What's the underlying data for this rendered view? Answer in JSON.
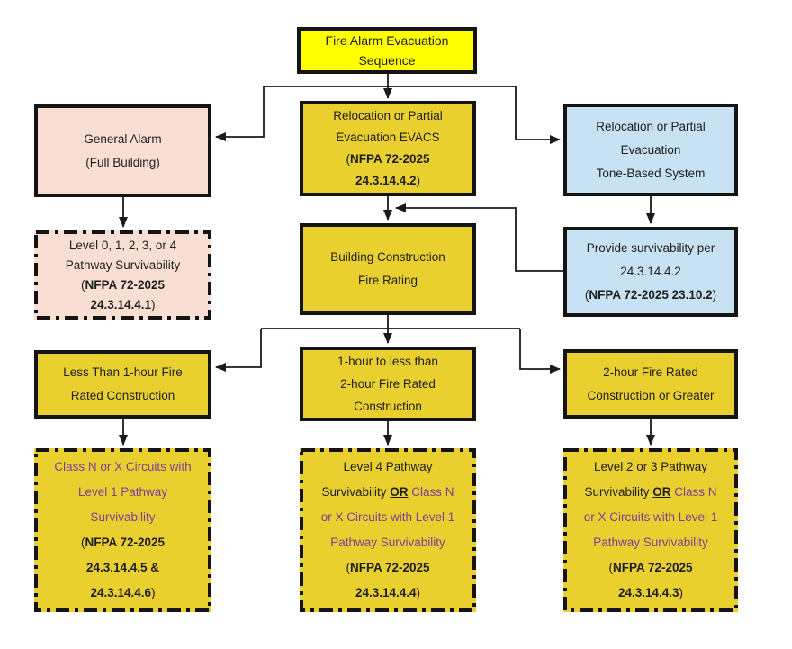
{
  "diagram_title": "Fire Alarm Evacuation Sequence",
  "colors": {
    "yellow": "#FFFF00",
    "gold": "#EAD02F",
    "pink": "#F9DFD3",
    "blue": "#C7E2F2",
    "purple": "#7D3E98",
    "line": "#1A1A1A"
  },
  "nodes": {
    "title": {
      "lines": [
        [
          {
            "t": "Fire Alarm Evacuation"
          }
        ],
        [
          {
            "t": "Sequence"
          }
        ]
      ]
    },
    "general_alarm": {
      "lines": [
        [
          {
            "t": "General Alarm"
          }
        ],
        [
          {
            "t": "(Full Building)"
          }
        ]
      ]
    },
    "evacs": {
      "lines": [
        [
          {
            "t": "Relocation or Partial"
          }
        ],
        [
          {
            "t": "Evacuation EVACS"
          }
        ],
        [
          {
            "t": "("
          },
          {
            "t": "NFPA 72-2025",
            "b": 1
          }
        ],
        [
          {
            "t": "24.3.14.4.2",
            "b": 1
          },
          {
            "t": ")"
          }
        ]
      ]
    },
    "tone_based": {
      "lines": [
        [
          {
            "t": "Relocation or Partial"
          }
        ],
        [
          {
            "t": "Evacuation"
          }
        ],
        [
          {
            "t": "Tone-Based System"
          }
        ]
      ]
    },
    "pathway_survivability": {
      "lines": [
        [
          {
            "t": "Level 0, 1, 2, 3, or 4"
          }
        ],
        [
          {
            "t": "Pathway Survivability"
          }
        ],
        [
          {
            "t": "("
          },
          {
            "t": "NFPA 72-2025",
            "b": 1
          }
        ],
        [
          {
            "t": "24.3.14.4.1",
            "b": 1
          },
          {
            "t": ")"
          }
        ]
      ]
    },
    "building_construction": {
      "lines": [
        [
          {
            "t": "Building Construction"
          }
        ],
        [
          {
            "t": "Fire Rating"
          }
        ]
      ]
    },
    "provide_survivability": {
      "lines": [
        [
          {
            "t": "Provide survivability per"
          }
        ],
        [
          {
            "t": "24.3.14.4.2"
          }
        ],
        [
          {
            "t": "("
          },
          {
            "t": "NFPA 72-2025 23.10.2",
            "b": 1
          },
          {
            "t": ")"
          }
        ]
      ]
    },
    "less_than_1hr": {
      "lines": [
        [
          {
            "t": "Less Than 1-hour Fire"
          }
        ],
        [
          {
            "t": "Rated Construction"
          }
        ]
      ]
    },
    "one_to_two_hr": {
      "lines": [
        [
          {
            "t": "1-hour to less than"
          }
        ],
        [
          {
            "t": "2-hour Fire Rated"
          }
        ],
        [
          {
            "t": "Construction"
          }
        ]
      ]
    },
    "two_hr_or_greater": {
      "lines": [
        [
          {
            "t": "2-hour Fire Rated"
          }
        ],
        [
          {
            "t": "Construction or Greater"
          }
        ]
      ]
    },
    "class_n_or_x": {
      "lines": [
        [
          {
            "t": "Class N or X Circuits with",
            "p": 1
          }
        ],
        [
          {
            "t": "Level 1 Pathway",
            "p": 1
          }
        ],
        [
          {
            "t": "Survivability",
            "p": 1
          }
        ],
        [
          {
            "t": "("
          },
          {
            "t": "NFPA 72-2025",
            "b": 1
          }
        ],
        [
          {
            "t": "24.3.14.4.5 &",
            "b": 1
          }
        ],
        [
          {
            "t": "24.3.14.4.6",
            "b": 1
          },
          {
            "t": ")"
          }
        ]
      ]
    },
    "level4_pathway": {
      "lines": [
        [
          {
            "t": "Level 4 Pathway"
          }
        ],
        [
          {
            "t": "Survivability "
          },
          {
            "t": "OR",
            "b": 1,
            "u": 1
          },
          {
            "t": " Class N",
            "p": 1
          }
        ],
        [
          {
            "t": "or X Circuits with Level 1",
            "p": 1
          }
        ],
        [
          {
            "t": "Pathway Survivability",
            "p": 1
          }
        ],
        [
          {
            "t": "("
          },
          {
            "t": "NFPA 72-2025",
            "b": 1
          }
        ],
        [
          {
            "t": "24.3.14.4.4",
            "b": 1
          },
          {
            "t": ")"
          }
        ]
      ]
    },
    "level_2_or_3_pathway": {
      "lines": [
        [
          {
            "t": "Level 2 or 3 Pathway"
          }
        ],
        [
          {
            "t": "Survivability "
          },
          {
            "t": "OR",
            "b": 1,
            "u": 1
          },
          {
            "t": " Class N",
            "p": 1
          }
        ],
        [
          {
            "t": "or X Circuits with Level 1",
            "p": 1
          }
        ],
        [
          {
            "t": "Pathway Survivability",
            "p": 1
          }
        ],
        [
          {
            "t": "("
          },
          {
            "t": "NFPA 72-2025",
            "b": 1
          }
        ],
        [
          {
            "t": "24.3.14.4.3",
            "b": 1
          },
          {
            "t": ")"
          }
        ]
      ]
    }
  },
  "edges": [
    {
      "from": "title",
      "to": "evacs"
    },
    {
      "from": "title",
      "to": "general_alarm"
    },
    {
      "from": "title",
      "to": "tone_based"
    },
    {
      "from": "general_alarm",
      "to": "pathway_survivability"
    },
    {
      "from": "evacs",
      "to": "building_construction"
    },
    {
      "from": "tone_based",
      "to": "provide_survivability"
    },
    {
      "from": "provide_survivability",
      "to": "building_construction"
    },
    {
      "from": "building_construction",
      "to": "less_than_1hr"
    },
    {
      "from": "building_construction",
      "to": "one_to_two_hr"
    },
    {
      "from": "building_construction",
      "to": "two_hr_or_greater"
    },
    {
      "from": "less_than_1hr",
      "to": "class_n_or_x"
    },
    {
      "from": "one_to_two_hr",
      "to": "level4_pathway"
    },
    {
      "from": "two_hr_or_greater",
      "to": "level_2_or_3_pathway"
    }
  ]
}
